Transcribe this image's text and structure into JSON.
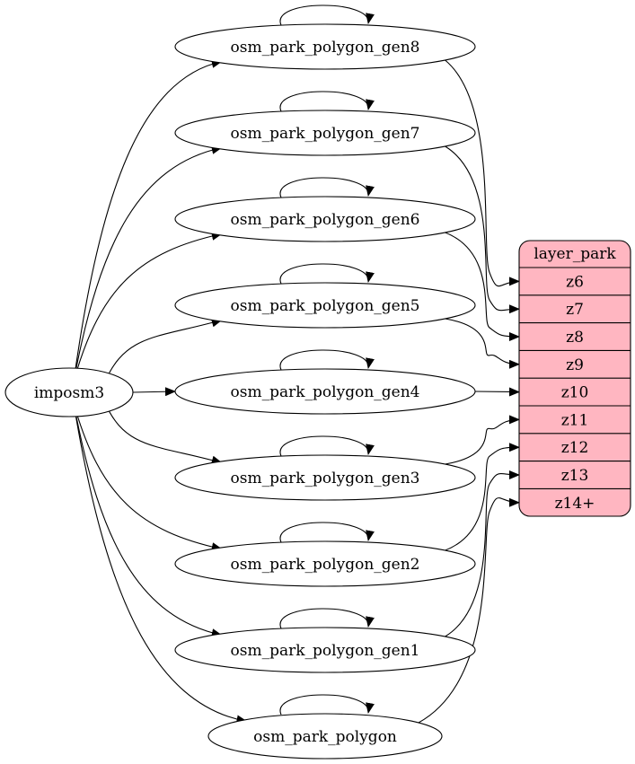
{
  "source": "imposm3",
  "tables": [
    "osm_park_polygon_gen8",
    "osm_park_polygon_gen7",
    "osm_park_polygon_gen6",
    "osm_park_polygon_gen5",
    "osm_park_polygon_gen4",
    "osm_park_polygon_gen3",
    "osm_park_polygon_gen2",
    "osm_park_polygon_gen1",
    "osm_park_polygon"
  ],
  "layer": {
    "name": "layer_park",
    "zooms": [
      "z6",
      "z7",
      "z8",
      "z9",
      "z10",
      "z11",
      "z12",
      "z13",
      "z14+"
    ],
    "fill": "#ffb6c1"
  },
  "links": [
    {
      "table": "osm_park_polygon_gen8",
      "zoom": "z6"
    },
    {
      "table": "osm_park_polygon_gen7",
      "zoom": "z7"
    },
    {
      "table": "osm_park_polygon_gen6",
      "zoom": "z8"
    },
    {
      "table": "osm_park_polygon_gen5",
      "zoom": "z9"
    },
    {
      "table": "osm_park_polygon_gen4",
      "zoom": "z10"
    },
    {
      "table": "osm_park_polygon_gen3",
      "zoom": "z11"
    },
    {
      "table": "osm_park_polygon_gen2",
      "zoom": "z12"
    },
    {
      "table": "osm_park_polygon_gen1",
      "zoom": "z13"
    },
    {
      "table": "osm_park_polygon",
      "zoom": "z14+"
    }
  ]
}
